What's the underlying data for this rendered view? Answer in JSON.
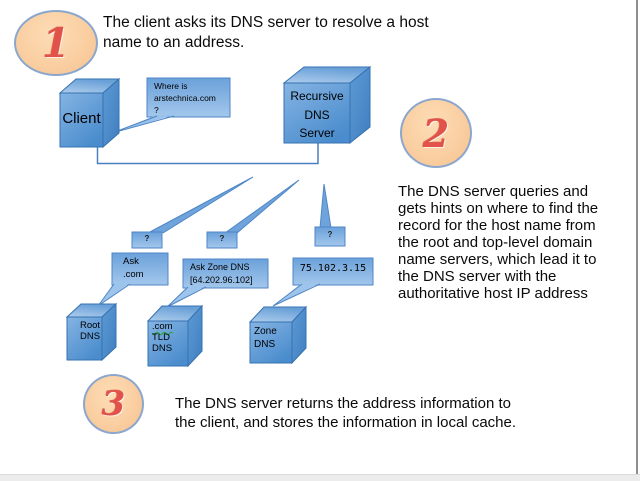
{
  "steps": [
    {
      "number": "1",
      "text": "The client asks its DNS server to resolve a host\nname to an address."
    },
    {
      "number": "2",
      "text": "The DNS server queries and\ngets hints on where to find the\nrecord for the host name from\nthe root and top-level domain\nname servers, which lead it to\nthe DNS server with the\nauthoritative host IP address"
    },
    {
      "number": "3",
      "text": "The DNS server returns the address information to\nthe client, and stores the information in local cache."
    }
  ],
  "nodes": {
    "client": {
      "label": "Client"
    },
    "recursive": {
      "label": "Recursive\nDNS\nServer"
    },
    "root": {
      "label": "Root\nDNS"
    },
    "tld": {
      "label_domain": ".com",
      "label_rest": "TLD\nDNS"
    },
    "zone": {
      "label": "Zone\nDNS"
    }
  },
  "callouts": {
    "where_is": {
      "text": "Where is\narstechnica.com\n?"
    },
    "ask_com": {
      "text": "Ask\n.com"
    },
    "ask_zone": {
      "text": "Ask Zone DNS\n[64.202.96.102]"
    },
    "ip": {
      "text": "75.102.3.15"
    },
    "question_marks": [
      "?",
      "?",
      "?"
    ]
  },
  "colors": {
    "cube_blue": "#4f91d1",
    "callout_blue": "#79abdf",
    "outline_blue": "#3672b0",
    "circle_fill": "#f9cda1",
    "numeral_red": "#e0524a",
    "squiggle_green": "#1fa11f"
  }
}
